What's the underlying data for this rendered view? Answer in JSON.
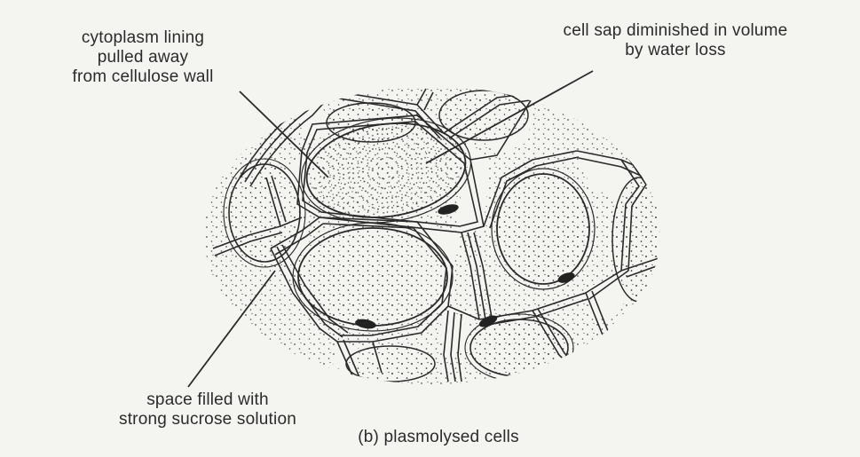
{
  "figure": {
    "caption": "(b) plasmolysed cells",
    "labels": {
      "cytoplasm": [
        "cytoplasm lining",
        "pulled away",
        "from cellulose wall"
      ],
      "cell_sap": [
        "cell sap diminished in volume",
        "by water loss"
      ],
      "space": [
        "space filled with",
        "strong sucrose solution"
      ]
    }
  },
  "colors": {
    "background": "#f4f4f0",
    "ink": "#2a2a2a",
    "stipple": "#3a3a3a",
    "nucleus": "#222222"
  }
}
